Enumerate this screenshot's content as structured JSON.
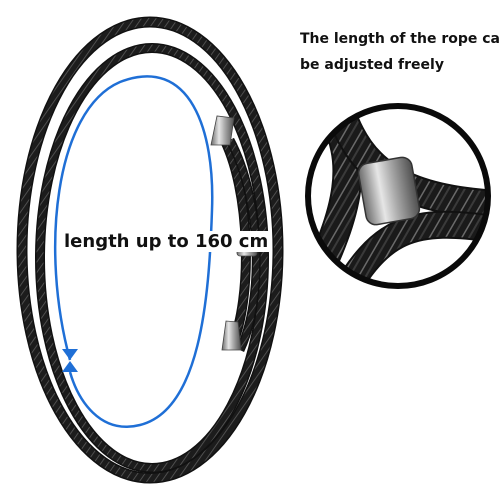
{
  "caption": {
    "line1": "The length of the rope can",
    "line2": "be adjusted freely"
  },
  "measure_label": "length up to 160 cm",
  "colors": {
    "rope": "#1c1c1c",
    "rope_highlight": "#6d6d6d",
    "measure_line": "#1f6fd6",
    "metal": "#b8b8b8",
    "background": "#ffffff"
  },
  "icons": [
    "rope-loop",
    "metal-slider-clip",
    "magnifier-circle",
    "double-arrow-icon"
  ]
}
